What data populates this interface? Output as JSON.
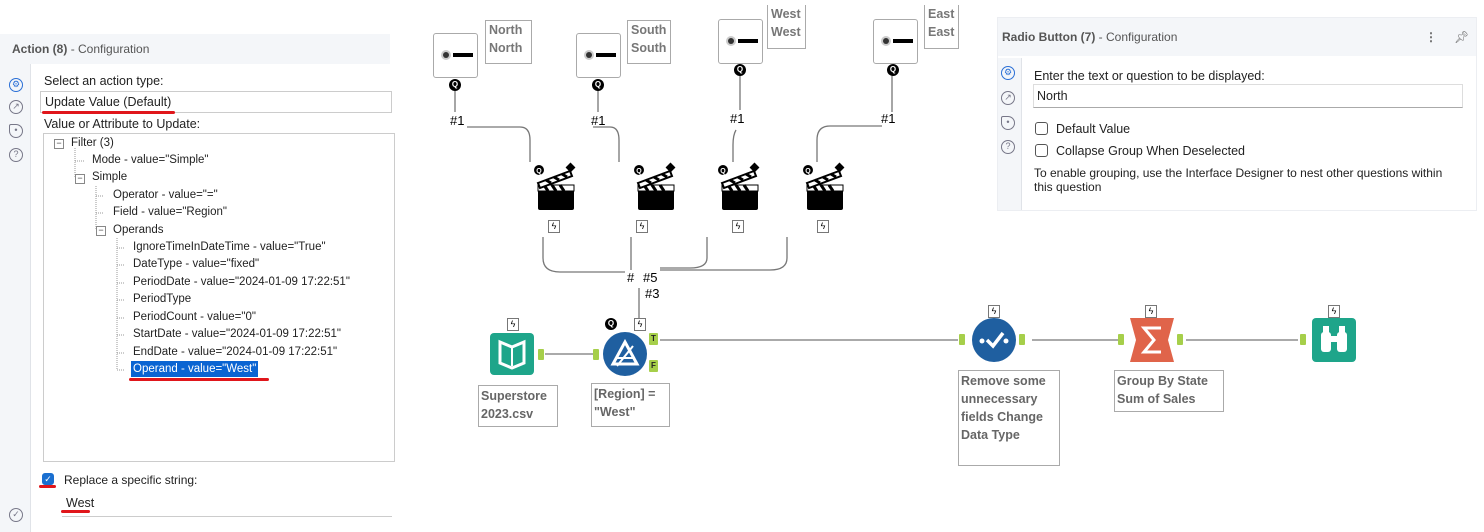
{
  "action_panel": {
    "title": "Action (8)",
    "subtitle": "- Configuration",
    "side_icons": [
      "gear-icon",
      "connection-icon",
      "tag-icon",
      "help-icon"
    ],
    "action_type_label": "Select an action type:",
    "action_type_value": "Update Value (Default)",
    "tree_label": "Value or Attribute to Update:",
    "tree": [
      {
        "text": "Filter (3)",
        "level": 0,
        "expander": "minus"
      },
      {
        "text": "Mode - value=\"Simple\"",
        "level": 1
      },
      {
        "text": "Simple",
        "level": 1,
        "expander": "minus"
      },
      {
        "text": "Operator - value=\"=\"",
        "level": 2
      },
      {
        "text": "Field - value=\"Region\"",
        "level": 2
      },
      {
        "text": "Operands",
        "level": 2,
        "expander": "minus"
      },
      {
        "text": "IgnoreTimeInDateTime - value=\"True\"",
        "level": 3
      },
      {
        "text": "DateType - value=\"fixed\"",
        "level": 3
      },
      {
        "text": "PeriodDate - value=\"2024-01-09 17:22:51\"",
        "level": 3
      },
      {
        "text": "PeriodType",
        "level": 3
      },
      {
        "text": "PeriodCount - value=\"0\"",
        "level": 3
      },
      {
        "text": "StartDate - value=\"2024-01-09 17:22:51\"",
        "level": 3
      },
      {
        "text": "EndDate - value=\"2024-01-09 17:22:51\"",
        "level": 3
      },
      {
        "text": "Operand - value=\"West\"",
        "level": 3,
        "selected": true
      }
    ],
    "replace_label": "Replace a specific string:",
    "replace_checked": true,
    "replace_value": "West",
    "highlight_color": "#e0161b"
  },
  "canvas": {
    "radio_tools": [
      {
        "comment": [
          "North",
          "North"
        ],
        "link": "#1"
      },
      {
        "comment": [
          "South",
          "South"
        ],
        "link": "#1"
      },
      {
        "comment": [
          "West",
          "West"
        ],
        "link": "#1"
      },
      {
        "comment": [
          "East",
          "East"
        ],
        "link": "#1"
      }
    ],
    "junction_labels": [
      "#",
      "#5",
      "#3"
    ],
    "tools": [
      {
        "name": "input",
        "label": "Superstore 2023.csv",
        "color": "#1ea58a"
      },
      {
        "name": "filter",
        "label": "[Region] = \"West\"",
        "color": "#1f5fa0",
        "anchors": [
          "T",
          "F"
        ]
      },
      {
        "name": "select",
        "label": "Remove some unnecessary fields Change Data Type",
        "color": "#1f5fa0"
      },
      {
        "name": "summarize",
        "label": "Group By State Sum of Sales",
        "color": "#e0644a"
      },
      {
        "name": "browse",
        "label": "",
        "color": "#1ea58a"
      }
    ]
  },
  "radio_panel": {
    "title": "Radio Button (7)",
    "subtitle": "- Configuration",
    "question_label": "Enter the text or question to be displayed:",
    "question_value": "North",
    "default_value_label": "Default Value",
    "default_value_checked": false,
    "collapse_label": "Collapse Group When Deselected",
    "collapse_checked": false,
    "hint": "To enable grouping, use the Interface Designer to nest other questions within this question"
  }
}
